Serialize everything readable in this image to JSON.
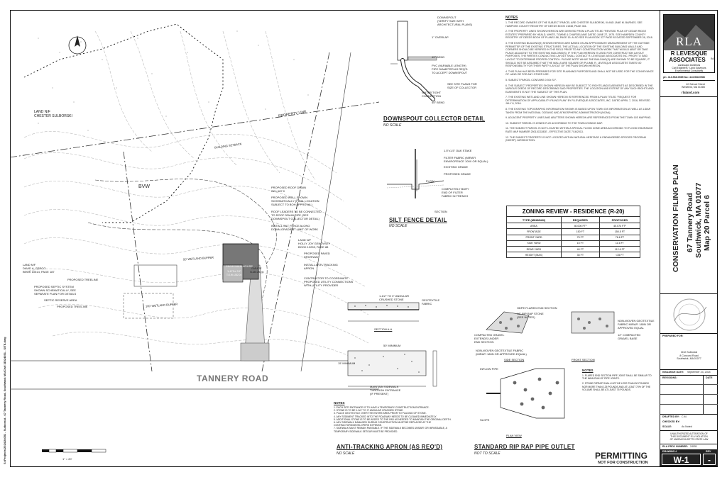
{
  "plan": {
    "street": "TANNERY ROAD",
    "owner_north": "LAND N/F\nCHESTER SULBORSKI",
    "owner_west": "LAND N/F\nDAVID A. GRECO\nBOOK 10514, PAGE 187",
    "owner_east": "LAND N/F\nHOLLY JOY GENOVSEY\nBOOK 12253, PAGE 88",
    "house_label": "PROPOSED HOUSE",
    "house_area": "1,472± S.F.",
    "house_elev": "T.O.W.=282.0±",
    "garage_label": "GARAGE",
    "garage_elev": "SLAB=280.5±",
    "bvw": "BVW",
    "property_line": "PROPERTY LINE",
    "callouts": [
      "PROPOSED ROOF DRAIN\nINV=187.0",
      "PROPOSED WELL SHOWN\nSCHEMATICALLY (FINAL LOCATION\nSUBJECT TO BOH APPROVAL)",
      "ROOF LEADERS TO BE CONNECTED\nTO ROOF DRAIN PIPE (SEE\nDOWNSPOUT COLLECTOR DETAIL)",
      "INSTALL SILT FENCE ALONG\nDOWN-GRADIENT LIMIT OF WORK",
      "PROPOSED PAVED\nDRIVEWAY",
      "INSTALL ANTI-TRACKING\nAPRON",
      "CONTRACTOR TO COORDINATE\nPROPOSED UTILITY CONNECTIONS\nWITH UTILITY PROVIDER",
      "PROPOSED TREELINE",
      "PROPOSED SEPTIC SYSTEM\nSHOWN SCHEMATICALLY, SEE\nSEPARATE PLAN FOR DETAILS",
      "SEPTIC RESERVE AREA",
      "PROPOSED TREELINE"
    ],
    "buffer_50": "50' WETLAND BUFFER",
    "buffer_100": "100' WETLAND BUFFER",
    "bldg_setback": "BUILDING SETBACK",
    "scale_text": "1\" = 20'"
  },
  "details": {
    "downspout": {
      "title": "DOWNSPOUT COLLECTOR DETAIL",
      "scale": "NO SCALE",
      "labels": [
        "DOWNSPOUT\n(VERIFY SIZE WITH\nARCHITECTURAL PLANS)",
        "1\" OVERLAP",
        "45° BEND",
        "PVC (VARIABLE LENGTH)\nPIPE DIAMETER AS REQ'D\nTO ACCEPT DOWNSPOUT",
        "SEE SITE PLANS FOR\nSIZE OF COLLECTOR",
        "WATER TIGHT\nCONNECTION",
        "45° BEND"
      ]
    },
    "silt": {
      "title": "SILT FENCE DETAIL",
      "scale": "NO SCALE",
      "labels": [
        "1.5\"x1.5\" OAK STAKE",
        "FILTER FABRIC (MIRAFI\nENVIROFENCE 100X OR EQUAL)",
        "EXISTING GRADE",
        "PROPOSED GRADE",
        "FLOW",
        "COMPLETELY BURY\nEND OF FILTER\nFABRIC IN TRENCH",
        "SECTION"
      ]
    },
    "antitrack": {
      "title": "ANTI-TRACKING APRON (AS REQ'D)",
      "scale": "NO SCALE",
      "labels": [
        "1-1/2\" TO 3\" ANGULAR\nCRUSHED STONE",
        "GEOTEXTILE\nFABRIC",
        "SECTION A-A",
        "15' MINIMUM",
        "MAINTAIN SIDEWALK\nTHROUGH ENTRANCE\n(IF PRESENT)",
        "50' MINIMUM"
      ],
      "notes_head": "NOTES",
      "notes": [
        "1. EACH SITE ENTRANCE IS TO HAVE A TEMPORARY CONSTRUCTION ENTRANCE.",
        "2. STONE IS TO BE 1-3/4\" TO 3\" ANGULAR CRUSHED STONE.",
        "3. PLACE GEOTEXTILE OVER THE ENTIRE AREA PRIOR TO PLACING OF STONE.",
        "4. ANY SEDIMENT TRACKED INTO THE ROADWAY NEEDS TO BE CLEANED IMMEDIATELY.",
        "5. ADDITIONAL STONE IS TO BE ADDED TO THE PAD AS NEEDED TO MAINTAIN THE ORIGINAL DEPTH.",
        "6. ANY SIDEWALK DAMAGED DURING CONSTRUCTION MUST BE REPLACED AT THE CONTRACTORS/DEVELOPERS EXPENSE.",
        "7. SIDEWALK MUST REMAIN PASSABLE. IF THE SIDEWALK BECOMES UNSAFE OR IMPASSABLE, A TEMPORARY SIDEWALK SETOUR MUST BE PROVIDED."
      ]
    },
    "riprap": {
      "title": "STANDARD RIP RAP PIPE OUTLET",
      "scale": "NOT TO SCALE",
      "labels": [
        "HDPE FLARED END SECTION",
        "18\" RIP RAP STONE\n(SEE NOTES)",
        "COMPACTED GRAVEL\nEXTENDS UNDER\nEND SECTION",
        "NON-WOVEN GEOTEXTILE FABRIC\n(MIRAFI 180N OR APPROVED EQUAL)",
        "SIDE SECTION",
        "FRONT SECTION",
        "NON-WOVEN GEOTEXTILE\nFABRIC MIRAFI 180N OR\nAPPROVED EQUAL",
        "12\" COMPACTED\nGRAVEL BASE",
        "INFLOW PIPE",
        "PLAN VIEW",
        "SLOPE"
      ],
      "notes_head": "NOTES",
      "notes": [
        "1. FLARED END SECTION PIPE JOINT SHALL BE SIMILAR TO THE MAIN RUN OF PIPE JOINTS.",
        "2. STONE RIPRAP SHALL NOT BE LESS THAN 50 POUNDS NOR MORE THAN 125 POUNDS AND AT LEAST 70% OF THE VOLUME SHALL BE AT LEAST 75 POUNDS."
      ]
    }
  },
  "notes": {
    "head": "NOTES",
    "items": [
      "1. THE RECORD OWNERS OF THE SUBJECT PARCEL ARE CHESTER SULBORSKI, III AND JANE M. BARNES. SEE HAMPDEN COUNTY REGISTRY OF DEEDS BOOK 21538, PAGE 361.",
      "2. THE PROPERTY LINES SHOWN HEREON ARE DERIVED FROM A PLAN TITLED \"REVISED PLAN OF CEDAR RIDGE ESTATES\" PREPARED BY HEALD, WHITE, TOWNE & CHAPDELAINE DATED JUNE 27, 1975. SEE HAMPDEN COUNTY REGISTRY OF DEEDS BOOK OF PLANS 158, PAGE 15. ALSO SEE PLAN BOOK 377 PAGE 83 DATED SEPTEMBER 28, 2018.",
      "3. THE EXISTING BUILDING(S) SHOWN HEREON ARE BASED ON AN APPROXIMATE MEASUREMENT OF THE OUTSIDE PERIMETER OF THE EXISTING STRUCTURES. THE ACTUAL LOCATION OF THE EXISTING BUILDING WALLS AND CORNERS SHOULD BE VERIFIED IN THE FIELD PRIOR TO ANY CONSTRUCTION WORK THAT WOULD ABUT OR TAKE PLACE ADJACENT TO THE EXISTING BUILDING(S). IF THE PLAN HEREON IS USED FOR CONSTRUCTION LAYOUT PURPOSES, THE PARTIES CONDUCTING LAYOUT SHALL CONTACT R. LEVESQUE ASSOCIATES INC. PRIOR TO SAID LAYOUT TO DETERMINE PROPER CONTROL. PLEASE NOTE WHILE THE BUILDING(S) ARE SHOWN TO BE SQUARE, IT SHOULD NOT BE ASSUMED THAT THE WALLS ARE SQUARE OR PLUMB. R. LEVESQUE ASSOCIATES TAKES NO RESPONSIBILITY FOR THEIR PARTY LAYOUT OF THE PLAN SHOWN HEREON.",
      "4. THIS PLAN HAS BEEN PREPARED FOR SITE PLANNING PURPOSES AND SHALL NOT BE USED FOR THE CONVEYANCE OF LAND OR FOR ANY OTHER USE.",
      "5. SUBJECT PARCEL CONTAINS 0.92± S.F.",
      "6. THE SUBJECT PROPERTIES SHOWN HEREON MAY BE SUBJECT TO RIGHTS AND EASEMENTS AS DESCRIBED IN THE VARIOUS DEEDS OF RECORD DESCRIBING SAID PROPERTIES. THE LOCATION AND EXTENT OF ANY SUCH RIGHTS AND EASEMENTS IS NOT THE SUBJECT OF THIS PLAN.",
      "7. THE EXISTING WETLAND LINE SHOWN HEREON IS REFERENCED FROM A PLAN TITLED \"REQUEST FOR DETERMINATION OF APPLICABILITY FILING PLAN\" BY R LEVESQUE ASSOCIATES, INC. DATED APRIL 7, 2016, REVISED JULY 8, 2016.",
      "8. THE EXISTING TOPOGRAPHIC INFORMATION SHOWN IS BASED UPON TOWN GIS INFORMATION AS WELL AS LIDAR TAKEN FROM THE NATIONAL OCEANIC AND ATMOSPHERIC ADMINISTRATION (NOAA).",
      "9. ADJACENT PROPERTY LINES AND ABUTTERS SHOWN HEREON ARE REFERENCED FROM THE TOWN GIS MAPPING.",
      "10. SUBJECT PARCEL IS ZONED R-20 ACCORDING TO THE TOWN ZONING MAP.",
      "11. THE SUBJECT PARCEL IS NOT LOCATED WITHIN A SPECIAL FLOOD ZONE AREA ACCORDING TO FLOOD INSURANCE RATE MAP NUMBER 25013C0283E - EFFECTIVE DATE 7/16/2013.",
      "12. THE SUBJECT PROPERTY IS NOT LOCATED WITHIN NATURAL HERITAGE & ENDANGERED SPECIES PROGRAM (NHESP) JURISDICTION."
    ]
  },
  "zoning": {
    "title": "ZONING REVIEW - RESIDENCE (R-20)",
    "headers": [
      "TYPE (MINIMUM)",
      "REQUIRED",
      "PROPOSED"
    ],
    "rows": [
      [
        "AREA",
        "40,000 FT²",
        "40,074 FT²"
      ],
      [
        "FRONTAGE",
        "150 FT",
        "150.5 FT"
      ],
      [
        "FRONT YARD",
        "75 FT",
        "76.6 FT"
      ],
      [
        "SIDE YARD",
        "15 FT",
        "11.6 FT"
      ],
      [
        "REAR YARD",
        "40 FT",
        "112.6 FT"
      ],
      [
        "HEIGHT (MAX)",
        "35 FT",
        "<35 FT"
      ]
    ]
  },
  "footer": {
    "permitting": "PERMITTING",
    "not_for_construction": "NOT FOR CONSTRUCTION",
    "filepath": "S:\\Projects\\2024\\24051 - Sulborski - 67 Tannery Road, Southwick MA\\Civil 3D\\24051 - SITE.dwg"
  },
  "titleblock": {
    "logo_text": "RLA",
    "company_line1": "R LEVESQUE",
    "company_line2": "ASSOCIATES",
    "company_inc": "INC.",
    "services": "Landscape Architects\nCivil Engineers · Land Surveyors\nEnvironmental Consultants",
    "phone": "ph: 413.568.0985  fax: 413.568.0986",
    "address": "40 School Street\nWestfield, MA 01085",
    "website": "rlaland.com",
    "plan_title": "CONSERVATION FILING PLAN",
    "location1": "67 Tannery Road",
    "location2": "Southwick, MA 01077",
    "location3": "Map 20 Parcel 6",
    "prepared_for_label": "PREPARED FOR:",
    "client_name": "Chet Sulborski",
    "client_addr": "8 Concord Road\nSouthwick, MA 01077",
    "issuance_label": "ISSUANCE DATE:",
    "issuance_date": "September 23, 2024",
    "revisions_label": "REVISIONS:",
    "date_col": "DATE",
    "drafted_label": "DRAFTED BY:",
    "drafted_value": "C.M.",
    "checked_label": "CHECKED BY:",
    "checked_value": "",
    "scale_label": "SCALE:",
    "scale_value": "As Noted",
    "unauthorized": "UNAUTHORIZED ALTERATION OF\nTHIS DOCUMENT IS A VIOLATION\nOF MASSACHUSETTS STATE LAW",
    "proj_label": "RLA PROJ NUMBER:",
    "proj_number": "24051",
    "drawing_label": "DRAWING #",
    "drawing_number": "W-1",
    "rev_label": "REV",
    "rev_value": "-"
  }
}
